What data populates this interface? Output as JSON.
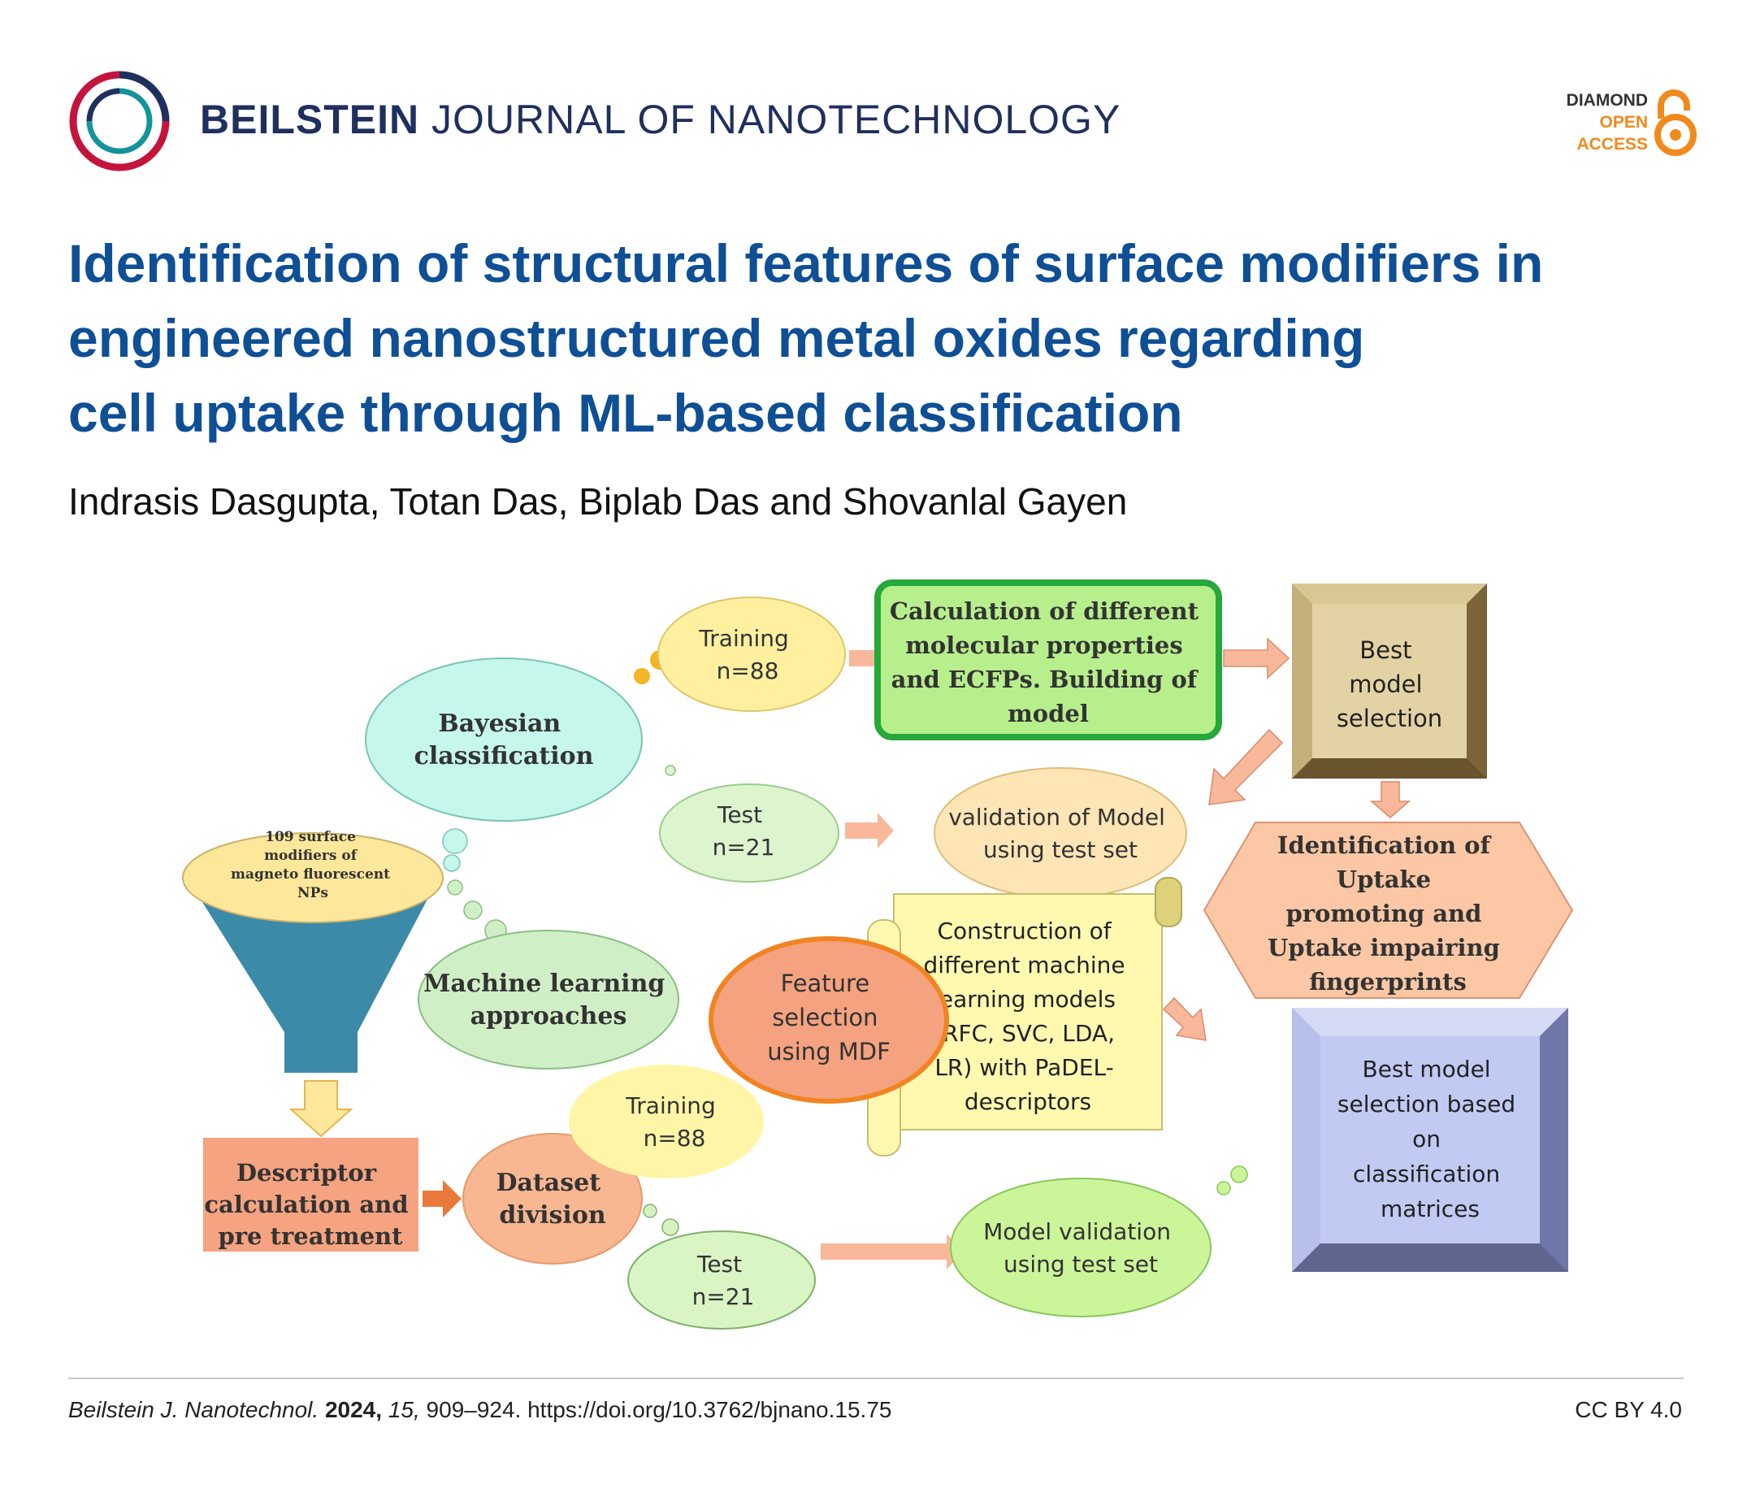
{
  "header": {
    "journal_bold": "BEILSTEIN",
    "journal_light": "JOURNAL OF NANOTECHNOLOGY",
    "badge": {
      "line1": "DIAMOND",
      "line2": "OPEN",
      "line3": "ACCESS"
    },
    "logo_icon": "beilstein-ring-logo",
    "badge_icon": "open-access-lock-icon"
  },
  "article": {
    "title_lines": [
      "Identification of structural features of surface modifiers in",
      "engineered nanostructured metal oxides regarding",
      "cell uptake through ML-based classification"
    ],
    "authors": "Indrasis Dasgupta, Totan Das, Biplab Das and Shovanlal Gayen"
  },
  "figure": {
    "funnel": [
      "109 surface",
      "modifiers of",
      "magneto fluorescent",
      "NPs"
    ],
    "bayesian": [
      "Bayesian",
      "classification"
    ],
    "ml_approaches": [
      "Machine learning",
      "approaches"
    ],
    "training_top": [
      "Training",
      "n=88"
    ],
    "test_top": [
      "Test",
      "n=21"
    ],
    "calc_props": [
      "Calculation of different",
      "molecular properties",
      "and ECFPs. Building of",
      "model"
    ],
    "best_model_top": [
      "Best",
      "model",
      "selection"
    ],
    "validation_top": [
      "validation of Model",
      "using test set"
    ],
    "identification": [
      "Identification of",
      "Uptake",
      "promoting and",
      "Uptake impairing",
      "fingerprints"
    ],
    "construction": [
      "Construction of",
      "different machine",
      "learning models",
      "(RFC, SVC, LDA,",
      "LR) with PaDEL-",
      "descriptors"
    ],
    "feature_selection": [
      "Feature",
      "selection",
      "using MDF"
    ],
    "training_bottom": [
      "Training",
      "n=88"
    ],
    "descriptor": [
      "Descriptor",
      "calculation and",
      "pre treatment"
    ],
    "dataset": [
      "Dataset",
      "division"
    ],
    "test_bottom": [
      "Test",
      "n=21"
    ],
    "model_validation": [
      "Model validation",
      "using test set"
    ],
    "best_model_bottom": [
      "Best model",
      "selection based",
      "on",
      "classification",
      "matrices"
    ],
    "colors": {
      "cyan": "#c8f7ee",
      "yellow": "#fff2a8",
      "green": "#d9f7c4",
      "orange": "#f7b49a",
      "blue": "#c6cdf2",
      "tan": "#ddc89b",
      "funnel": "#3b8aa8"
    }
  },
  "footer": {
    "journal_abbrev": "Beilstein J. Nanotechnol.",
    "year": "2024,",
    "volume": "15,",
    "pages_doi": "909–924. https://doi.org/10.3762/bjnano.15.75",
    "license": "CC BY 4.0"
  }
}
